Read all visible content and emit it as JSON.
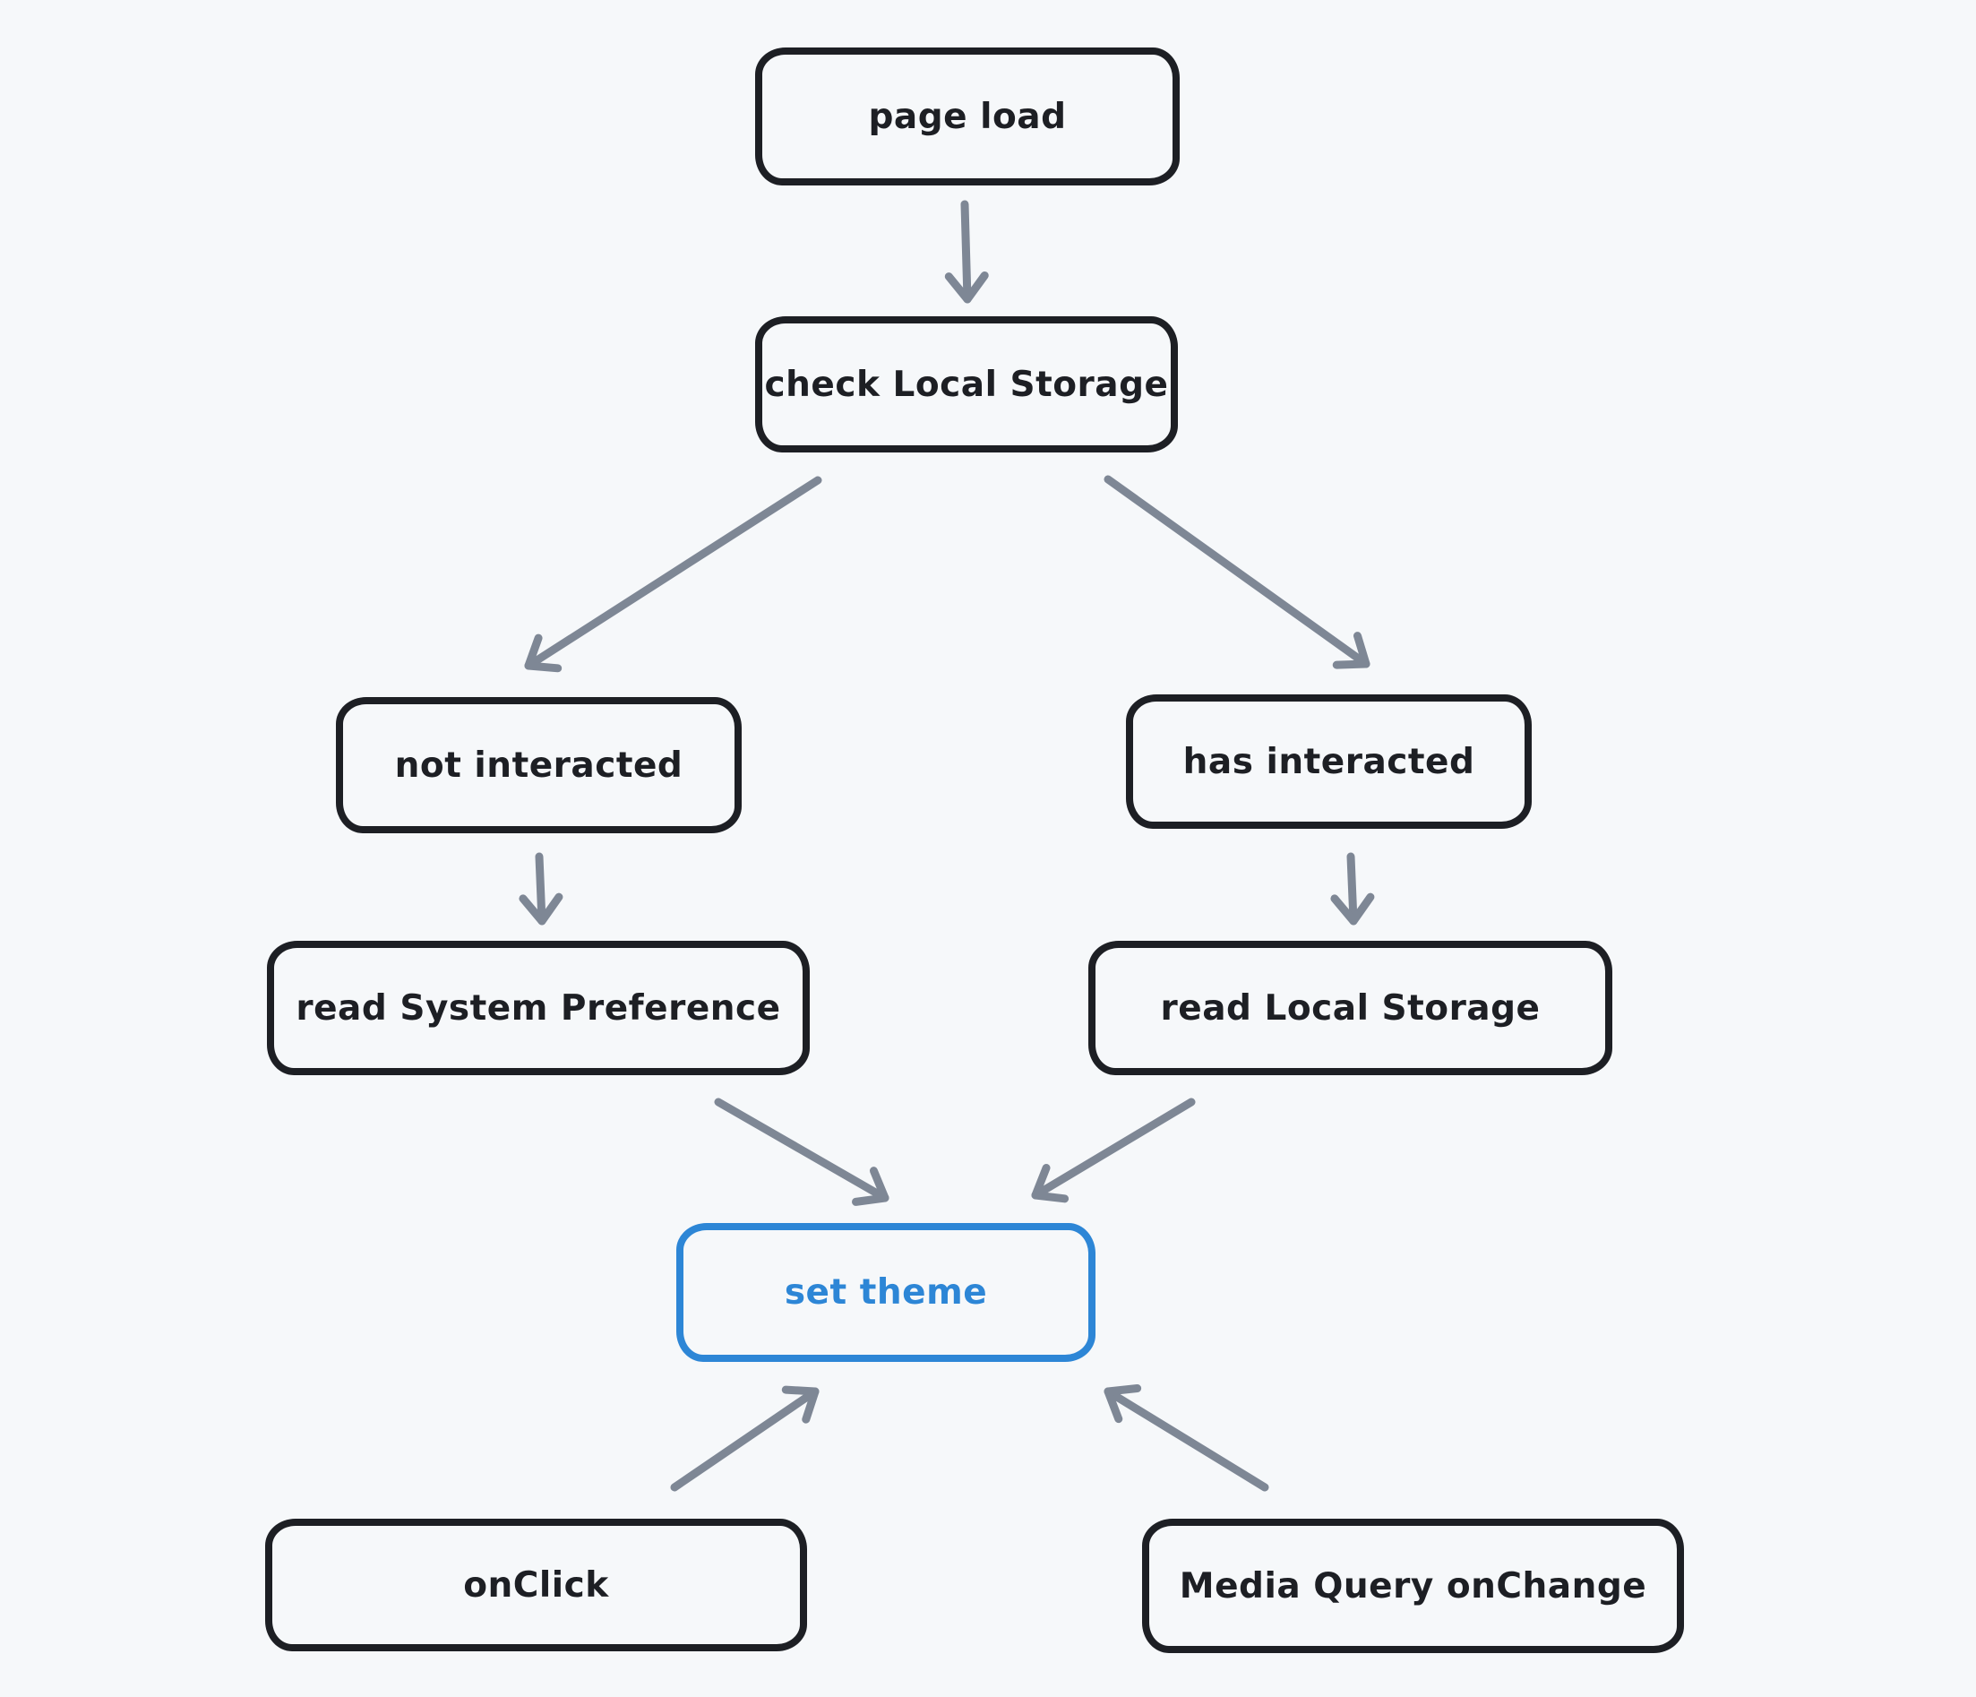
{
  "diagram": {
    "colors": {
      "background": "#f6f8fa",
      "node_border": "#1d1f24",
      "node_text": "#1d1f24",
      "arrow": "#7e8795",
      "accent": "#2d86d6"
    },
    "nodes": [
      {
        "id": "page-load",
        "label": "page load"
      },
      {
        "id": "check-local-storage",
        "label": "check Local Storage"
      },
      {
        "id": "not-interacted",
        "label": "not interacted"
      },
      {
        "id": "has-interacted",
        "label": "has interacted"
      },
      {
        "id": "read-system-preference",
        "label": "read System Preference"
      },
      {
        "id": "read-local-storage",
        "label": "read Local Storage"
      },
      {
        "id": "set-theme",
        "label": "set theme"
      },
      {
        "id": "onclick",
        "label": "onClick"
      },
      {
        "id": "media-query-onchange",
        "label": "Media Query onChange"
      }
    ],
    "edges": [
      {
        "from": "page-load",
        "to": "check-local-storage"
      },
      {
        "from": "check-local-storage",
        "to": "not-interacted"
      },
      {
        "from": "check-local-storage",
        "to": "has-interacted"
      },
      {
        "from": "not-interacted",
        "to": "read-system-preference"
      },
      {
        "from": "has-interacted",
        "to": "read-local-storage"
      },
      {
        "from": "read-system-preference",
        "to": "set-theme"
      },
      {
        "from": "read-local-storage",
        "to": "set-theme"
      },
      {
        "from": "onclick",
        "to": "set-theme"
      },
      {
        "from": "media-query-onchange",
        "to": "set-theme"
      }
    ]
  }
}
